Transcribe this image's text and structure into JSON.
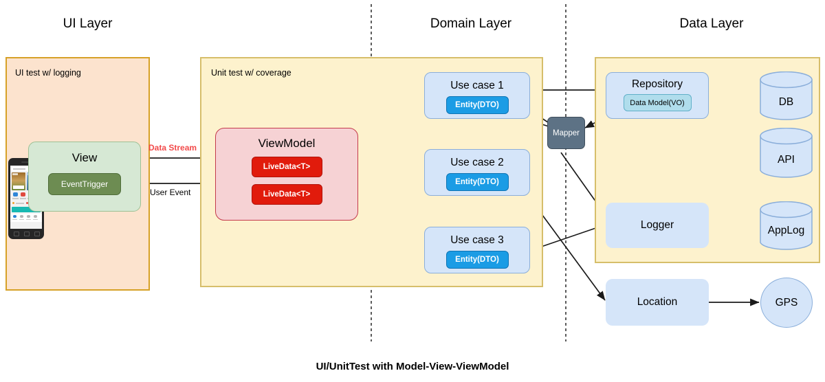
{
  "diagram": {
    "caption": "UI/UnitTest with Model-View-ViewModel",
    "layers": [
      {
        "key": "ui",
        "title": "UI Layer",
        "panel_label": "UI test w/ logging"
      },
      {
        "key": "domain",
        "title": "Domain Layer",
        "panel_label": "Unit test w/ coverage"
      },
      {
        "key": "data",
        "title": "Data Layer",
        "panel_label": ""
      }
    ],
    "nodes": {
      "view": {
        "label": "View",
        "inner": "EventTrigger"
      },
      "viewmodel": {
        "label": "ViewModel",
        "inner1": "LiveData<T>",
        "inner2": "LiveData<T>"
      },
      "usecase1": {
        "label": "Use case 1",
        "inner": "Entity(DTO)"
      },
      "usecase2": {
        "label": "Use case 2",
        "inner": "Entity(DTO)"
      },
      "usecase3": {
        "label": "Use case 3",
        "inner": "Entity(DTO)"
      },
      "mapper": {
        "label": "Mapper"
      },
      "repository": {
        "label": "Repository",
        "inner": "Data Model(VO)"
      },
      "logger": {
        "label": "Logger"
      },
      "location": {
        "label": "Location"
      },
      "db": {
        "label": "DB"
      },
      "api": {
        "label": "API"
      },
      "applog": {
        "label": "AppLog"
      },
      "gps": {
        "label": "GPS"
      }
    },
    "edge_labels": {
      "data_stream": "Data Stream",
      "user_event": "User Event"
    },
    "colors": {
      "panel_ui_fill": "#FCE3CE",
      "panel_ui_border": "#D6A127",
      "panel_yellow_fill": "#FDF2CD",
      "panel_yellow_border": "#D6BE6A",
      "view_fill": "#D6E8D4",
      "view_border": "#9CC095",
      "event_trigger_fill": "#6D8C52",
      "viewmodel_fill": "#F6D2D4",
      "viewmodel_border": "#C4394A",
      "livedata_fill": "#E11B0C",
      "blue_node_fill": "#D5E5F9",
      "blue_node_border": "#8AAEDA",
      "entity_dto_fill": "#1B9CE5",
      "data_model_vo_fill": "#B0DDEC",
      "mapper_fill": "#5D7285",
      "data_stream_label": "#F24A4A",
      "arrow": "#1A1A1A",
      "divider": "#333333"
    }
  }
}
